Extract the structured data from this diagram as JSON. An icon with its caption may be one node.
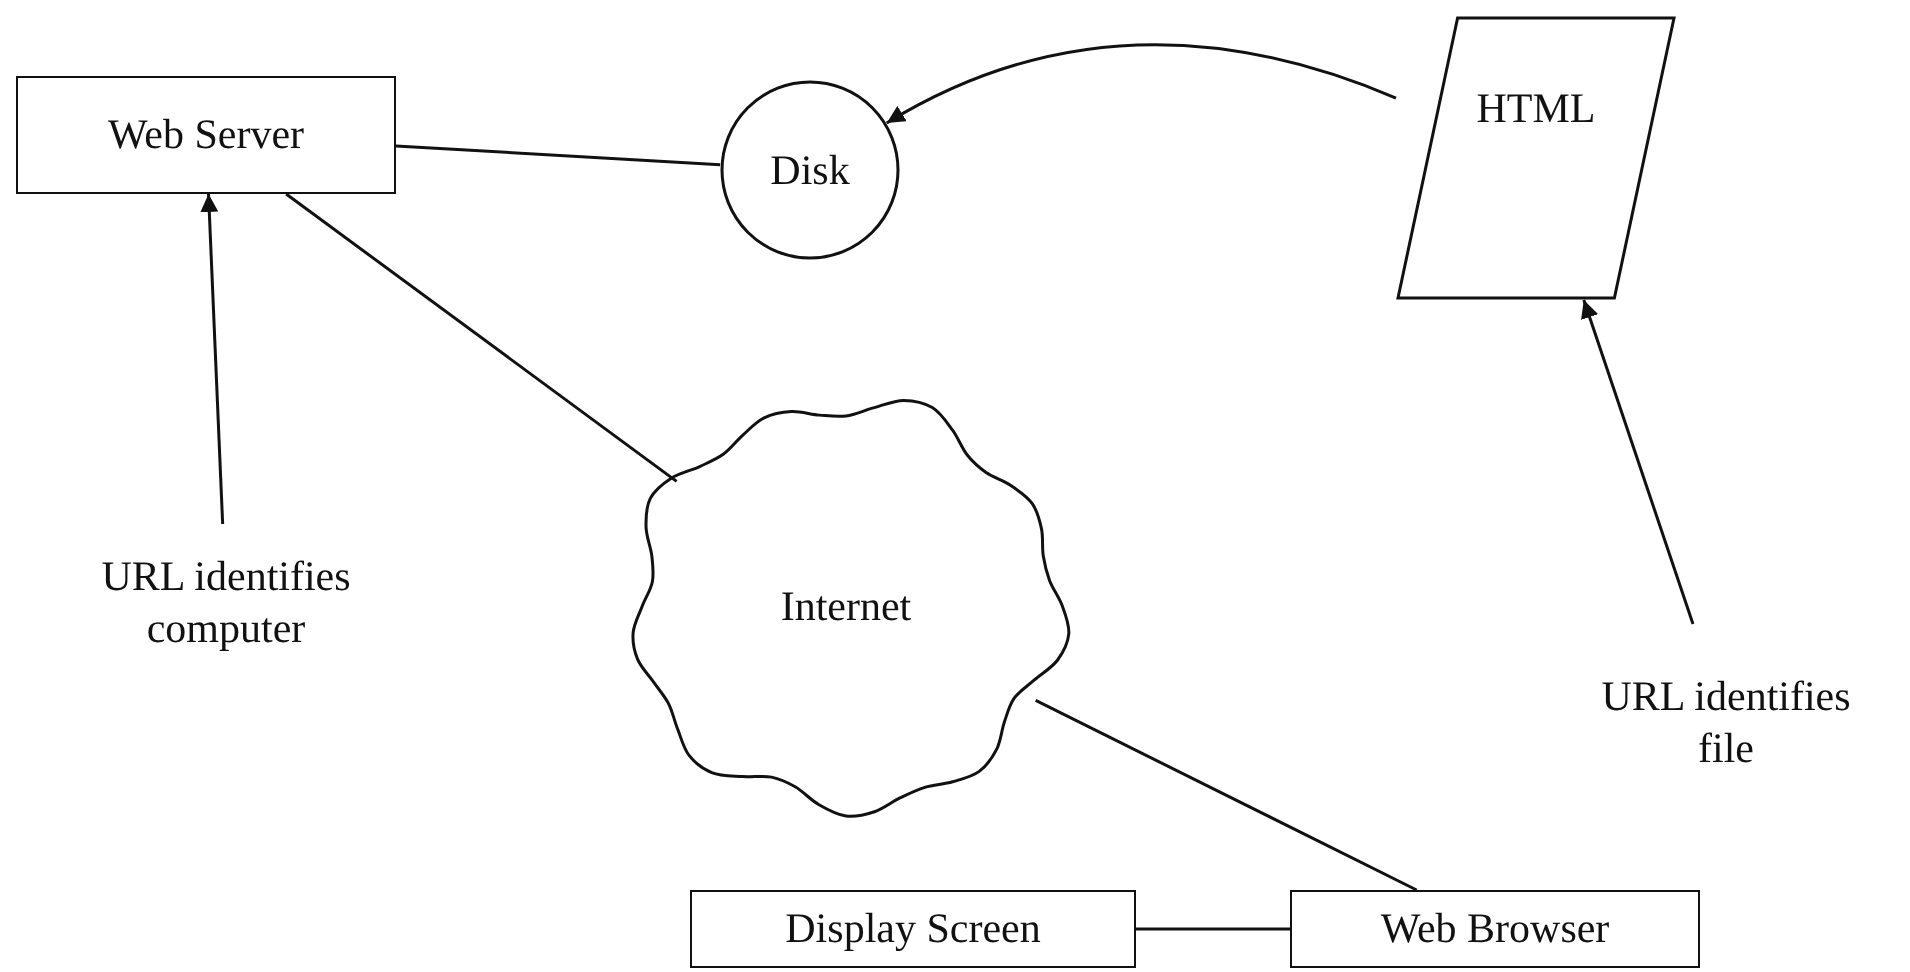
{
  "diagram": {
    "nodes": [
      {
        "text": [
          "Web Server"
        ]
      },
      {
        "text": [
          "Disk"
        ]
      },
      {
        "text": [
          "HTML"
        ]
      },
      {
        "text": [
          "URL identifies computer"
        ]
      },
      {
        "text": [
          "Internet"
        ]
      },
      {
        "text": [
          "URL identifies file"
        ]
      },
      {
        "text": [
          "Display Screen"
        ]
      },
      {
        "text": [
          "Web Browser"
        ]
      }
    ],
    "edges": [
      {
        "from": 0,
        "to": 1,
        "arrow": "none"
      },
      {
        "from": 2,
        "to": 1,
        "arrow": "to"
      },
      {
        "from": 3,
        "to": 0,
        "arrow": "to"
      },
      {
        "from": 0,
        "to": 4,
        "arrow": "none"
      },
      {
        "from": 5,
        "to": 2,
        "arrow": "to"
      },
      {
        "from": 4,
        "to": 7,
        "arrow": "none"
      },
      {
        "from": 6,
        "to": 7,
        "arrow": "none"
      }
    ]
  }
}
